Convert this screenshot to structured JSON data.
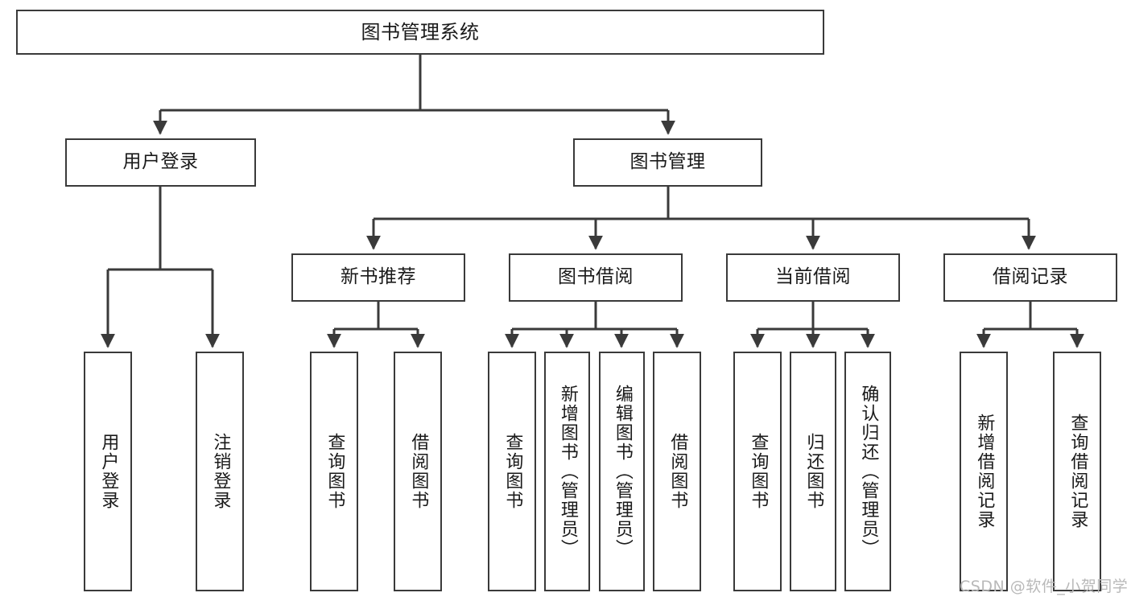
{
  "diagram": {
    "title": "图书管理系统",
    "type": "tree-hierarchy-diagram",
    "stroke_color": "#3a3a3a",
    "fill_color": "#ffffff",
    "text_color": "#1a1a1a",
    "root": {
      "label": "图书管理系统"
    },
    "level2": [
      {
        "label": "用户登录"
      },
      {
        "label": "图书管理"
      }
    ],
    "level3": [
      {
        "label": "新书推荐"
      },
      {
        "label": "图书借阅"
      },
      {
        "label": "当前借阅"
      },
      {
        "label": "借阅记录"
      }
    ],
    "leaves": {
      "user_login": [
        {
          "label": "用户登录"
        },
        {
          "label": "注销登录"
        }
      ],
      "new_book_recommend": [
        {
          "label": "查询图书"
        },
        {
          "label": "借阅图书"
        }
      ],
      "book_borrow": [
        {
          "label": "查询图书"
        },
        {
          "label": "新增图书（管理员）"
        },
        {
          "label": "编辑图书（管理员）"
        },
        {
          "label": "借阅图书"
        }
      ],
      "current_borrow": [
        {
          "label": "查询图书"
        },
        {
          "label": "归还图书"
        },
        {
          "label": "确认归还（管理员）"
        }
      ],
      "borrow_record": [
        {
          "label": "新增借阅记录"
        },
        {
          "label": "查询借阅记录"
        }
      ]
    }
  },
  "watermark": {
    "text": "CSDN @软件_小贺同学"
  }
}
